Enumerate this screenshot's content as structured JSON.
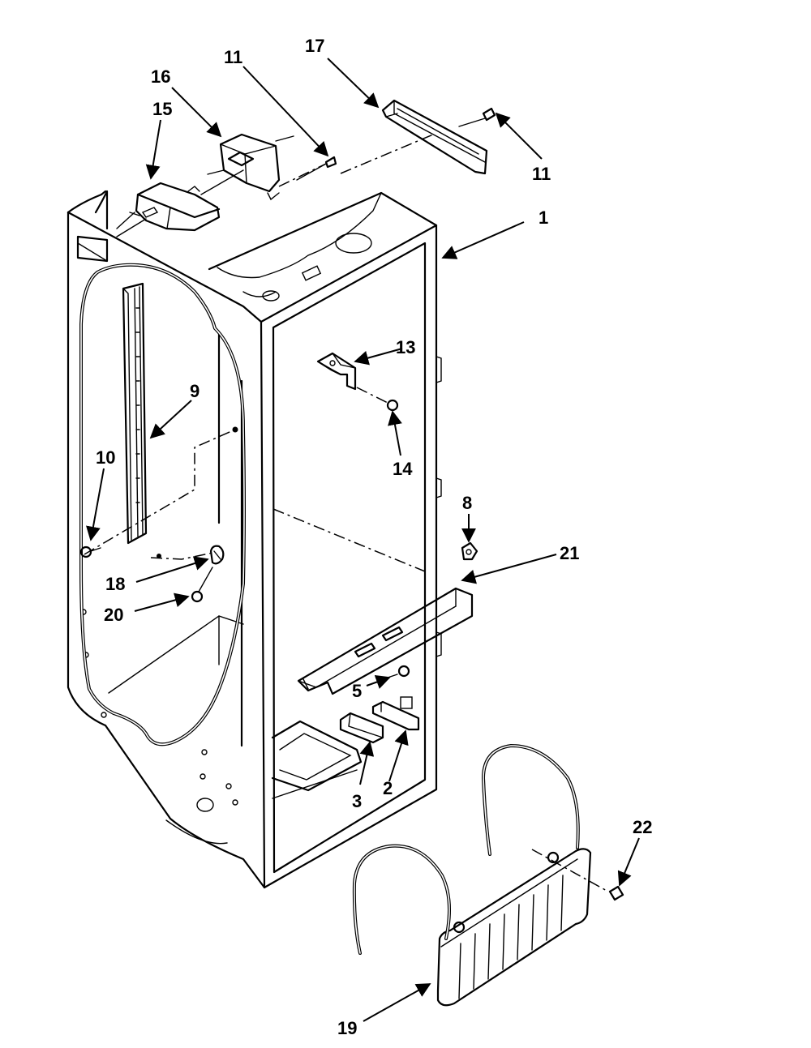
{
  "callouts": [
    {
      "id": "1",
      "label": "1"
    },
    {
      "id": "2",
      "label": "2"
    },
    {
      "id": "3",
      "label": "3"
    },
    {
      "id": "5",
      "label": "5"
    },
    {
      "id": "8",
      "label": "8"
    },
    {
      "id": "9",
      "label": "9"
    },
    {
      "id": "10",
      "label": "10"
    },
    {
      "id": "11a",
      "label": "11"
    },
    {
      "id": "11b",
      "label": "11"
    },
    {
      "id": "13",
      "label": "13"
    },
    {
      "id": "14",
      "label": "14"
    },
    {
      "id": "15",
      "label": "15"
    },
    {
      "id": "16",
      "label": "16"
    },
    {
      "id": "17",
      "label": "17"
    },
    {
      "id": "18",
      "label": "18"
    },
    {
      "id": "19",
      "label": "19"
    },
    {
      "id": "20",
      "label": "20"
    },
    {
      "id": "21",
      "label": "21"
    },
    {
      "id": "22",
      "label": "22"
    }
  ]
}
